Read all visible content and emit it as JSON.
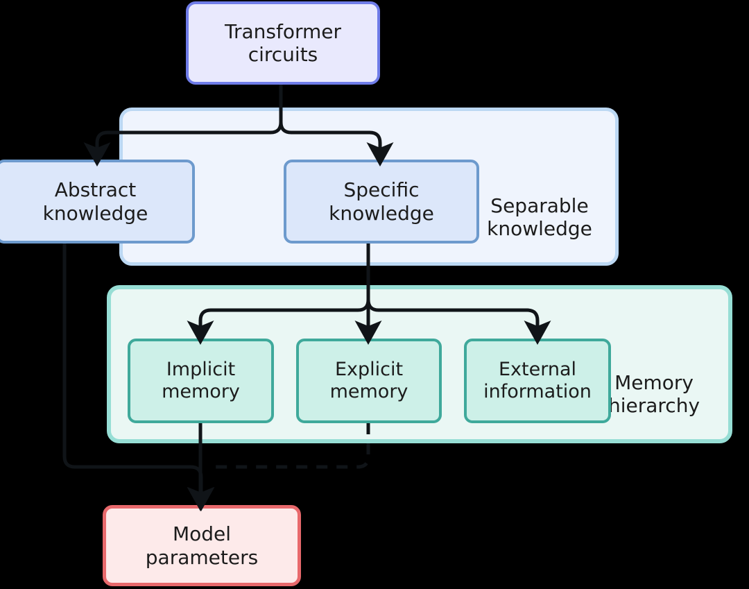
{
  "diagram": {
    "title": "Transformer circuits knowledge and memory hierarchy",
    "background": "#000000",
    "nodes": {
      "transformer_circuits": {
        "label": "Transformer\ncircuits",
        "line1": "Transformer",
        "line2": "circuits",
        "fill": "#e9e9fd",
        "border": "#6f7ce8"
      },
      "abstract_knowledge": {
        "line1": "Abstract",
        "line2": "knowledge",
        "fill": "#dce7fa",
        "border": "#6d9acd"
      },
      "specific_knowledge": {
        "line1": "Specific",
        "line2": "knowledge",
        "fill": "#dce7fa",
        "border": "#6d9acd"
      },
      "implicit_memory": {
        "line1": "Implicit",
        "line2": "memory",
        "fill": "#cdf0e8",
        "border": "#3fa99b"
      },
      "explicit_memory": {
        "line1": "Explicit",
        "line2": "memory",
        "fill": "#cdf0e8",
        "border": "#3fa99b"
      },
      "external_information": {
        "line1": "External",
        "line2": "information",
        "fill": "#cdf0e8",
        "border": "#3fa99b"
      },
      "model_parameters": {
        "line1": "Model",
        "line2": "parameters",
        "fill": "#fdeaea",
        "border": "#e8696c"
      }
    },
    "groups": {
      "separable_knowledge": {
        "line1": "Separable",
        "line2": "knowledge",
        "fill": "#eff4fd",
        "border": "#bcd8f3"
      },
      "memory_hierarchy": {
        "line1": "Memory",
        "line2": "hierarchy",
        "fill": "#eaf7f4",
        "border": "#97ded5"
      }
    },
    "edges": [
      {
        "from": "transformer_circuits",
        "to": "abstract_knowledge",
        "style": "solid",
        "arrow": true
      },
      {
        "from": "transformer_circuits",
        "to": "specific_knowledge",
        "style": "solid",
        "arrow": true
      },
      {
        "from": "specific_knowledge",
        "to": "implicit_memory",
        "style": "solid",
        "arrow": true
      },
      {
        "from": "specific_knowledge",
        "to": "explicit_memory",
        "style": "solid",
        "arrow": true
      },
      {
        "from": "specific_knowledge",
        "to": "external_information",
        "style": "solid",
        "arrow": true
      },
      {
        "from": "abstract_knowledge",
        "to": "model_parameters",
        "style": "solid",
        "arrow": true
      },
      {
        "from": "implicit_memory",
        "to": "model_parameters",
        "style": "solid",
        "arrow": true
      },
      {
        "from": "explicit_memory",
        "to": "model_parameters",
        "style": "dashed",
        "arrow": false
      }
    ],
    "edge_color": "#101418"
  }
}
